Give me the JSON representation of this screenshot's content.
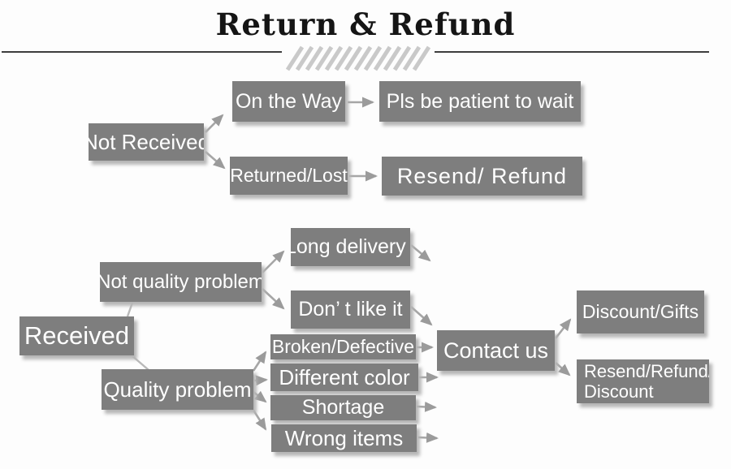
{
  "header": {
    "title": "Return & Refund"
  },
  "colors": {
    "background": "#fdfdfd",
    "node_fill": "#7e7e7e",
    "node_text": "#ffffff",
    "node_shadow": "#b6b6b6",
    "arrow": "#9b9b9b",
    "connector_line": "#b9b9b9",
    "title_text": "#151515",
    "header_rule": "#3d3d3d",
    "hatch": "#c9c9c9"
  },
  "flowchart": {
    "not_received": {
      "label": "Not Received"
    },
    "on_the_way": {
      "label": "On the Way"
    },
    "pls_wait": {
      "label": "Pls be patient to wait"
    },
    "returned_lost": {
      "label": "Returned/Lost"
    },
    "resend_refund": {
      "label": "Resend/ Refund"
    },
    "received": {
      "label": "Received"
    },
    "not_quality_problem": {
      "label": "Not quality problem"
    },
    "quality_problem": {
      "label": "Quality problem"
    },
    "long_delivery": {
      "label": "Long delivery"
    },
    "dont_like_it": {
      "label": "Don’ t like it"
    },
    "broken_defective": {
      "label": "Broken/Defective"
    },
    "different_color": {
      "label": "Different color"
    },
    "shortage": {
      "label": "Shortage"
    },
    "wrong_items": {
      "label": "Wrong items"
    },
    "contact_us": {
      "label": "Contact us"
    },
    "discount_gifts": {
      "label": "Discount/Gifts"
    },
    "resend_refund_discount": {
      "label": "Resend/Refund/ Discount",
      "line1": "Resend/Refund/",
      "line2": "Discount"
    }
  }
}
